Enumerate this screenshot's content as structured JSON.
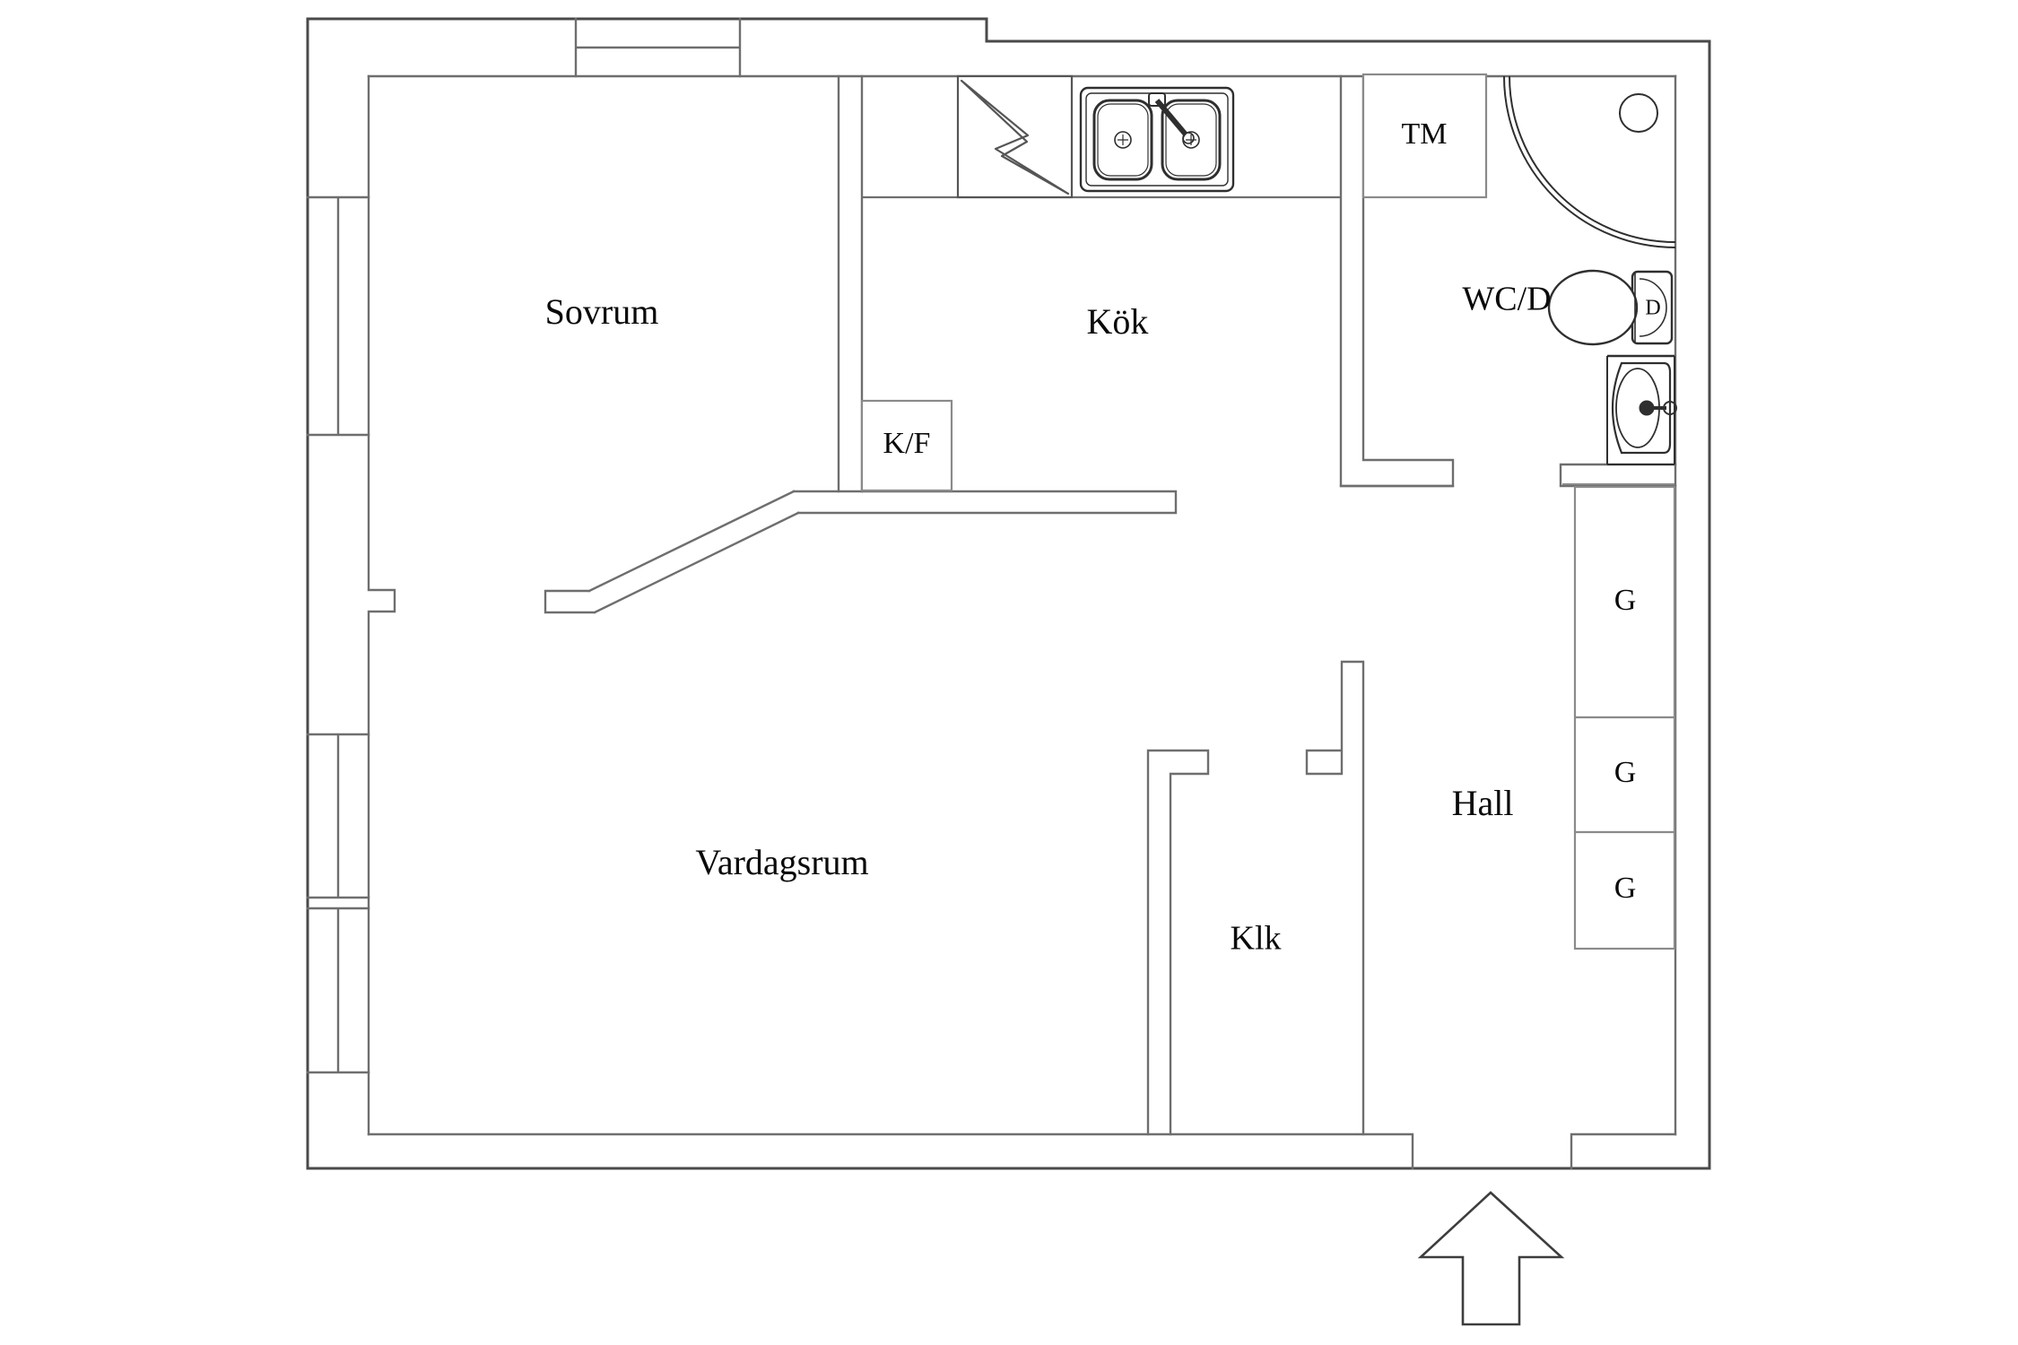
{
  "meta": {
    "type": "apartment-floor-plan",
    "background": "#ffffff",
    "outer_wall_color": "#4a4a4a",
    "inner_wall_color": "#6e6e6e",
    "fixture_color": "#2f2f2f",
    "furniture_line_color": "#8a8a8a",
    "text_color": "#0a0a0a"
  },
  "rooms": {
    "bedroom": "Sovrum",
    "kitchen": "Kök",
    "living_room": "Vardagsrum",
    "hall": "Hall",
    "closet": "Klk",
    "bathroom": "WC/D"
  },
  "appliances": {
    "washing_machine": "TM",
    "fridge_freezer": "K/F",
    "toilet_mark": "D"
  },
  "wardrobes": [
    "G",
    "G",
    "G"
  ]
}
